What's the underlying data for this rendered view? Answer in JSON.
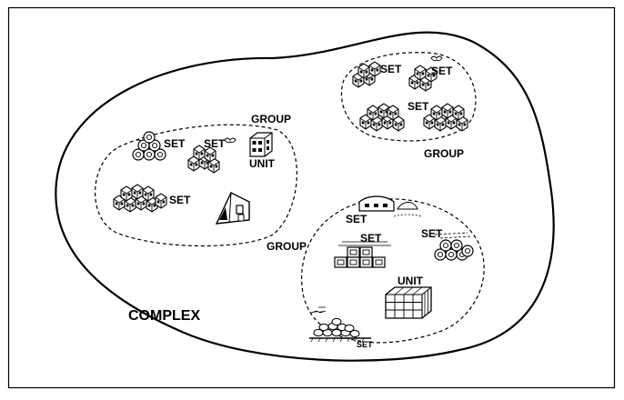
{
  "diagram": {
    "complex_label": "COMPLEX",
    "groups": [
      {
        "id": "group-left",
        "label": "GROUP",
        "sets": [
          "SET",
          "SET",
          "SET"
        ],
        "unit_label": "UNIT"
      },
      {
        "id": "group-top-right",
        "label": "GROUP",
        "sets": [
          "SET",
          "SET",
          "SET"
        ]
      },
      {
        "id": "group-bottom-right",
        "label": "GROUP",
        "sets": [
          "SET",
          "SET",
          "SET",
          "SET"
        ],
        "unit_label": "UNIT"
      }
    ]
  },
  "icons": [
    "log-pile-icon",
    "block-cluster-icon",
    "aframe-building-icon",
    "cube-grid-unit-icon",
    "stacked-crates-icon",
    "shed-icon",
    "stone-pile-icon"
  ],
  "colors": {
    "ink": "#000000",
    "background": "#ffffff"
  }
}
